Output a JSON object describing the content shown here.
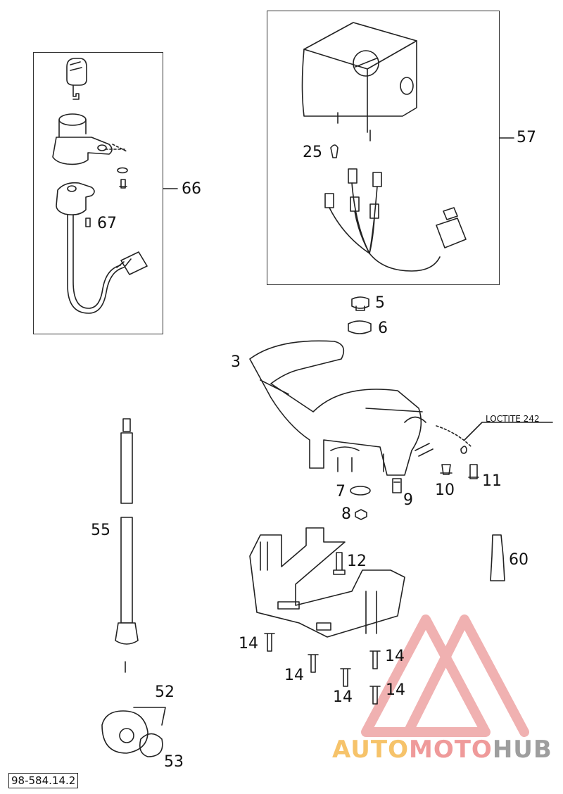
{
  "labels": {
    "p66": "66",
    "p67": "67",
    "p57": "57",
    "p25": "25",
    "p5": "5",
    "p6": "6",
    "p3": "3",
    "p7": "7",
    "p8": "8",
    "p9": "9",
    "p10": "10",
    "p11": "11",
    "p12": "12",
    "p60": "60",
    "p55": "55",
    "p52": "52",
    "p53": "53",
    "p14a": "14",
    "p14b": "14",
    "p14c": "14",
    "p14d": "14",
    "p14e": "14"
  },
  "annotation": "LOCTITE 242",
  "doc_number": "98-584.14.2",
  "watermark": {
    "part1": "AUTO",
    "part2": "MOTO",
    "part3": "HUB"
  },
  "colors": {
    "line": "#222222",
    "watermark_red": "#e57373",
    "watermark_orange": "#f6c36a",
    "watermark_gray": "#9e9e9e"
  }
}
